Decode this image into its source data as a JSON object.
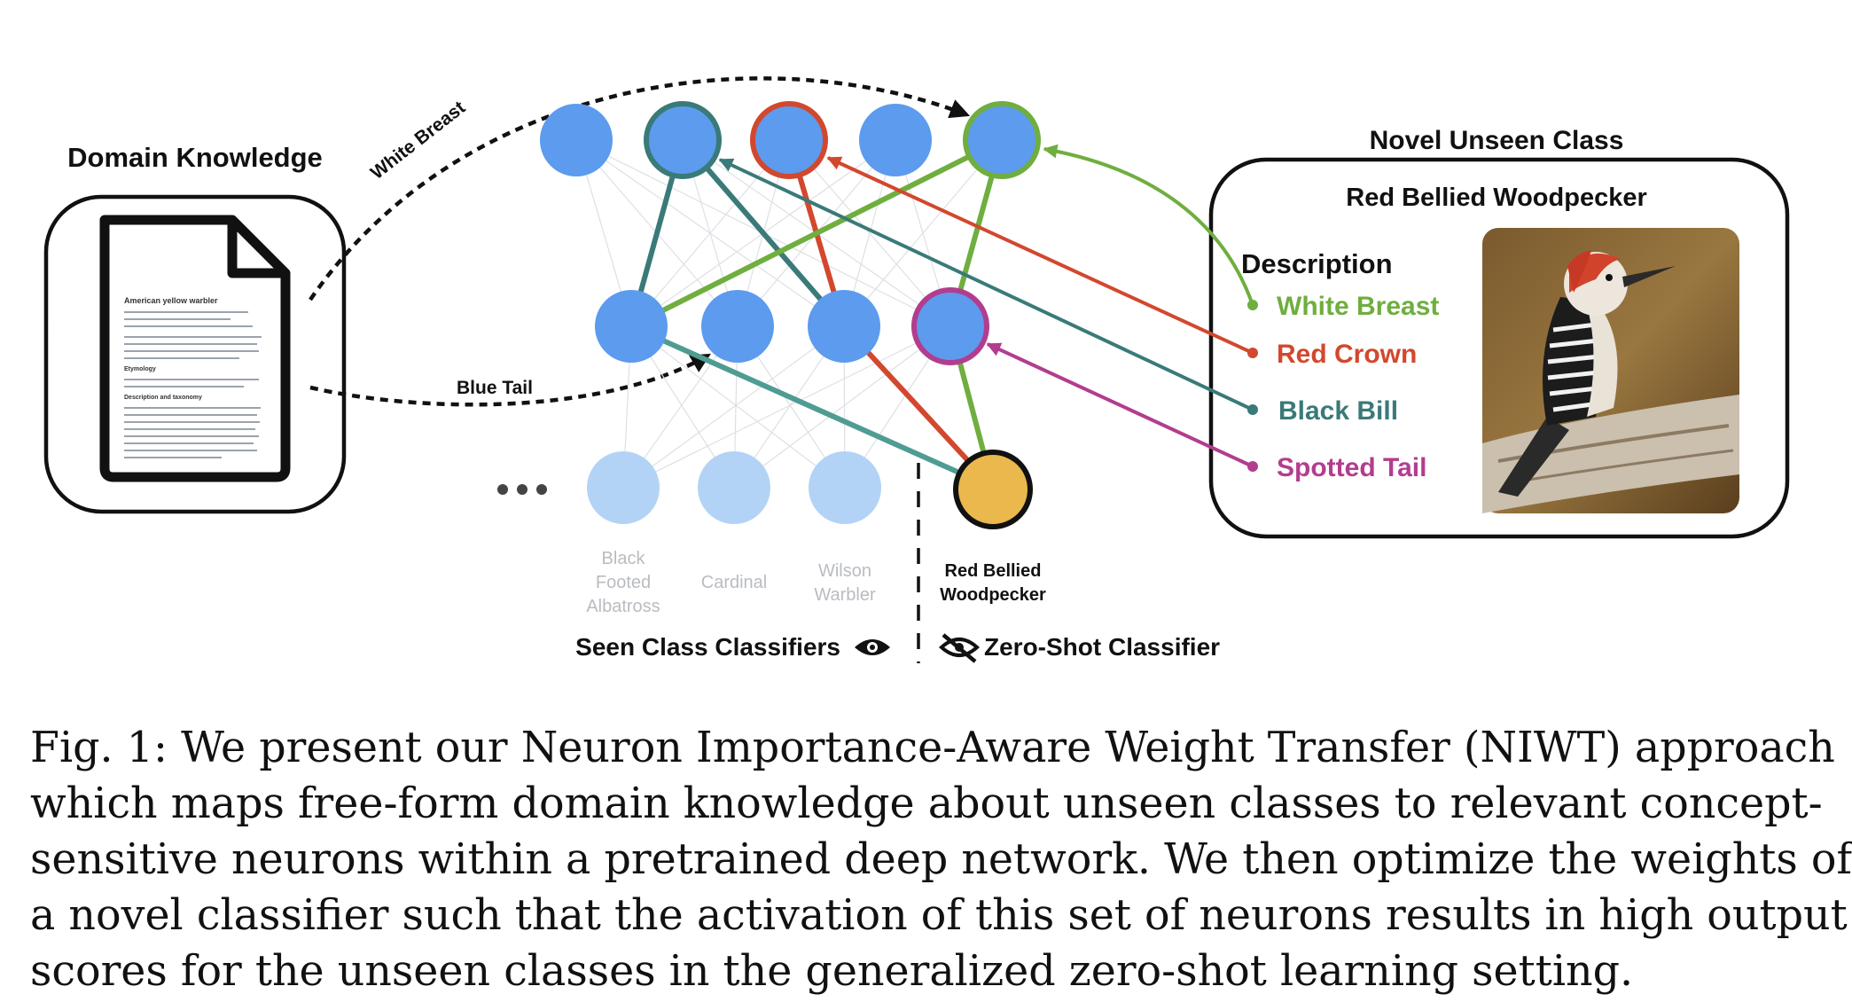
{
  "figure": {
    "domain_knowledge": {
      "title": "Domain Knowledge",
      "doc_title": "American yellow warbler",
      "doc_section_1": "Etymology",
      "doc_section_2": "Description and taxonomy"
    },
    "arrow_labels": {
      "white_breast": "White Breast",
      "blue_tail": "Blue Tail"
    },
    "seen_classes": [
      "Black Footed Albatross",
      "Cardinal",
      "Wilson Warbler"
    ],
    "zero_shot_class": "Red Bellied Woodpecker",
    "bottom_labels": {
      "seen": "Seen Class Classifiers",
      "zero_shot": "Zero-Shot Classifier"
    },
    "novel_class": {
      "header": "Novel Unseen Class",
      "name": "Red Bellied Woodpecker",
      "description_label": "Description",
      "attributes": [
        {
          "label": "White Breast",
          "color": "#6fae3f"
        },
        {
          "label": "Red Crown",
          "color": "#d2482e"
        },
        {
          "label": "Black Bill",
          "color": "#3a7a78"
        },
        {
          "label": "Spotted Tail",
          "color": "#b23d8e"
        }
      ]
    },
    "colors": {
      "neuron": "#5c9bee",
      "seen_classifier": "#b3d3f6",
      "zero_shot_node": "#eab84c",
      "green": "#6fae3f",
      "red": "#d2482e",
      "teal": "#3a7a78",
      "teal_light": "#4f9c93",
      "magenta": "#b23d8e"
    }
  },
  "caption": {
    "lines": [
      "Fig. 1: We present our Neuron Importance-Aware Weight Transfer (NIWT) approach",
      "which maps free-form domain knowledge about unseen classes to relevant concept-",
      "sensitive neurons within a pretrained deep network. We then optimize the weights of",
      "a novel classifier such that the activation of this set of neurons results in high output",
      "scores for the unseen classes in the generalized zero-shot learning setting."
    ]
  }
}
